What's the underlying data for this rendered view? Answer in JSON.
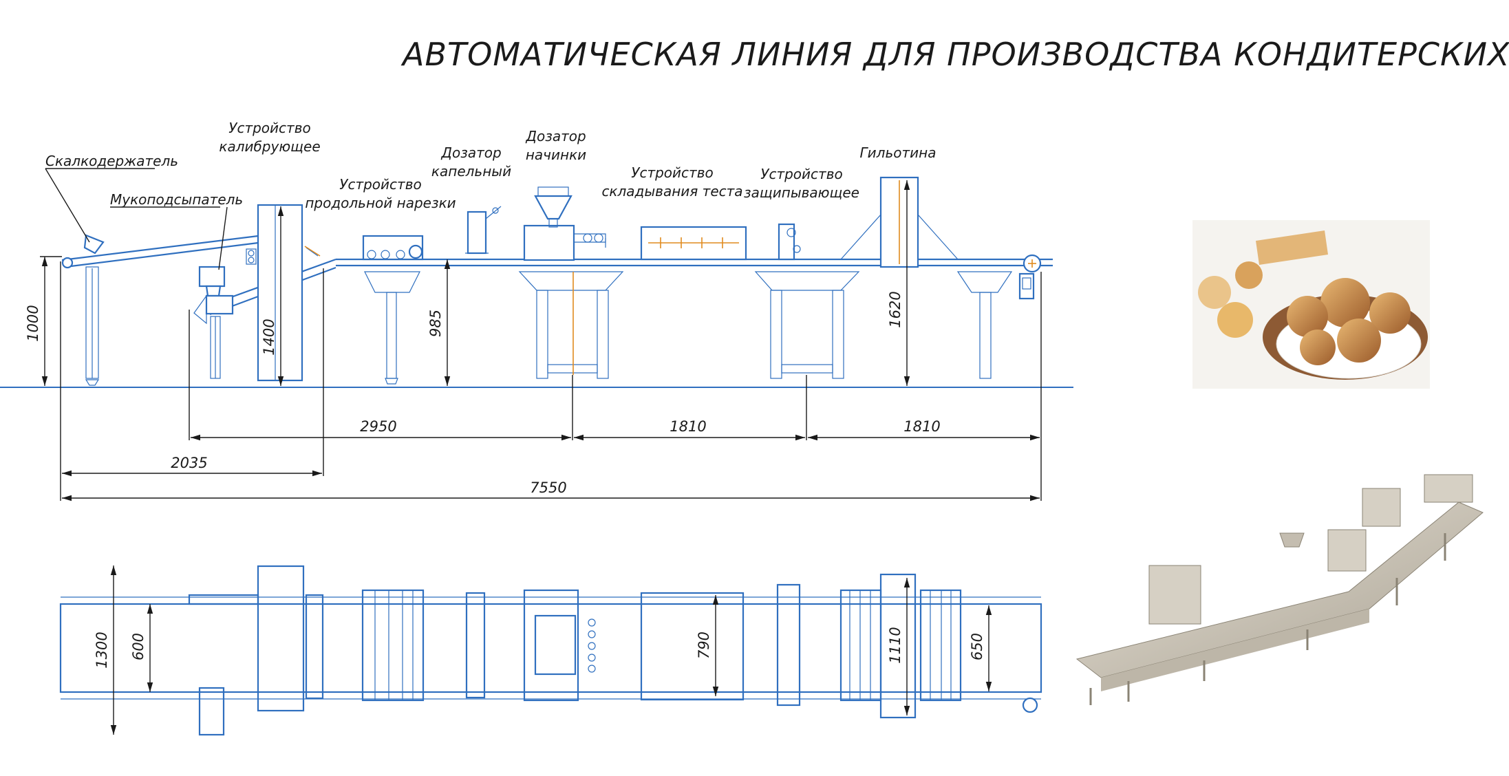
{
  "title": "АВТОМАТИЧЕСКАЯ ЛИНИЯ ДЛЯ ПРОИЗВОДСТВА КОНДИТЕРСКИХ ИЗДЕЛИЙ",
  "labels": {
    "skalkoderzhatel": "Скалкодержатель",
    "mukopodsypatel": "Мукоподсыпатель",
    "kalibr_1": "Устройство",
    "kalibr_2": "калибрующее",
    "narezka_1": "Устройство",
    "narezka_2": "продольной нарезки",
    "kapel_1": "Дозатор",
    "kapel_2": "капельный",
    "nachinka_1": "Дозатор",
    "nachinka_2": "начинки",
    "sklad_1": "Устройство",
    "sklad_2": "складывания теста",
    "zashch_1": "Устройство",
    "zashch_2": "защипывающее",
    "gilotina": "Гильотина"
  },
  "dimensions": {
    "h_1000": "1000",
    "h_1400": "1400",
    "h_985": "985",
    "h_1620": "1620",
    "l_2950": "2950",
    "l_1810a": "1810",
    "l_1810b": "1810",
    "l_2035": "2035",
    "l_7550": "7550",
    "w_1300": "1300",
    "w_600": "600",
    "w_790": "790",
    "w_1110": "1110",
    "w_650": "650"
  },
  "colors": {
    "machine_line": "#2f6fbf",
    "accent": "#e08a1e"
  }
}
